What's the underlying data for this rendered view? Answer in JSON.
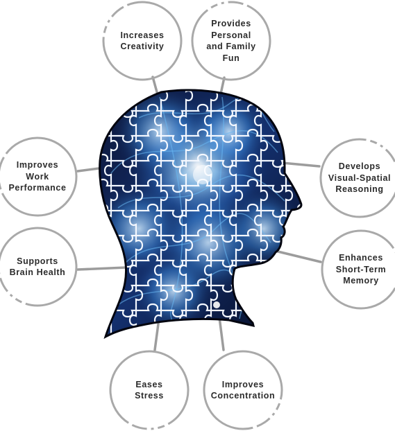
{
  "colors": {
    "ring": "#a9a9a9",
    "connector": "#9c9c9c",
    "text": "#2b2b2b",
    "head_dark": "#06081c",
    "head_glow": "#6ab8f2",
    "puzzle_line": "#f4f8ff"
  },
  "head_icon": "puzzle-head-illustration",
  "benefits": [
    {
      "id": "creativity",
      "label": "Increases\nCreativity"
    },
    {
      "id": "fun",
      "label": "Provides\nPersonal\nand Family\nFun"
    },
    {
      "id": "visual",
      "label": "Develops\nVisual-Spatial\nReasoning"
    },
    {
      "id": "memory",
      "label": "Enhances\nShort-Term\nMemory"
    },
    {
      "id": "concentration",
      "label": "Improves\nConcentration"
    },
    {
      "id": "stress",
      "label": "Eases\nStress"
    },
    {
      "id": "brain",
      "label": "Supports\nBrain Health"
    },
    {
      "id": "work",
      "label": "Improves\nWork\nPerformance"
    }
  ]
}
